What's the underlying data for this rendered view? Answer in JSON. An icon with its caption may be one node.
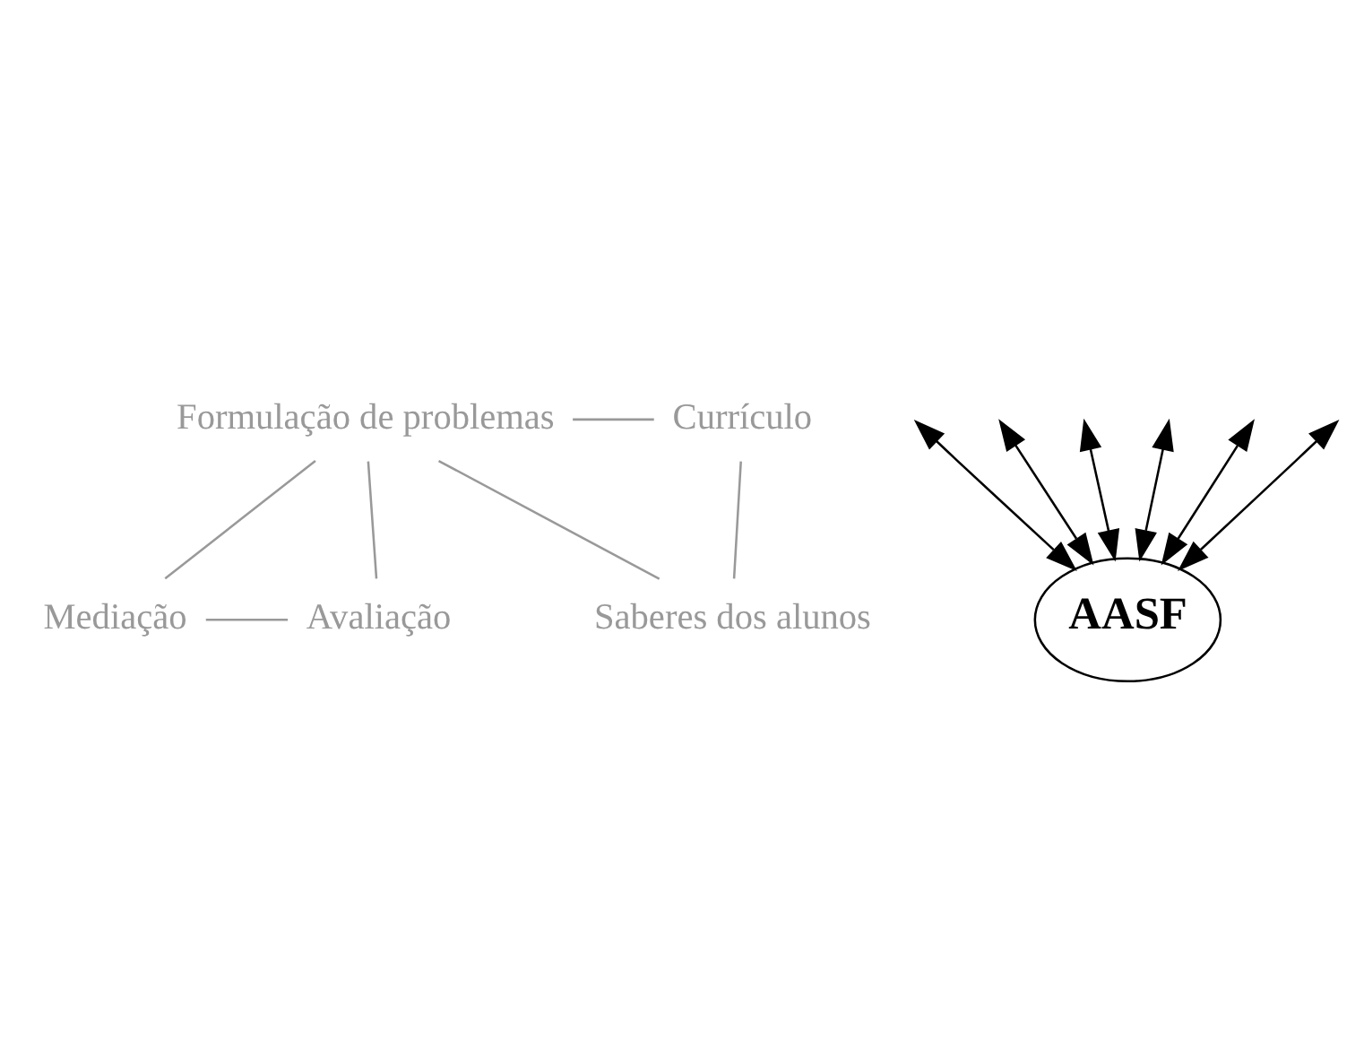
{
  "diagram": {
    "nodes": [
      {
        "text": [
          "Formulação de problemas"
        ]
      },
      {
        "text": [
          "Currículo"
        ]
      },
      {
        "text": [
          "Mediação"
        ]
      },
      {
        "text": [
          "Avaliação"
        ]
      },
      {
        "text": [
          "Saberes dos alunos"
        ]
      },
      {
        "text": [
          "AASF"
        ]
      }
    ],
    "edges": [
      {
        "from": 0,
        "to": 1,
        "arrow": "none",
        "color": "#999999"
      },
      {
        "from": 0,
        "to": 2,
        "arrow": "none",
        "color": "#999999"
      },
      {
        "from": 0,
        "to": 3,
        "arrow": "none",
        "color": "#999999"
      },
      {
        "from": 0,
        "to": 4,
        "arrow": "none",
        "color": "#999999"
      },
      {
        "from": 1,
        "to": 4,
        "arrow": "none",
        "color": "#999999"
      },
      {
        "from": 2,
        "to": 3,
        "arrow": "none",
        "color": "#999999"
      },
      {
        "from": null,
        "to": 5,
        "arrow": "both",
        "color": "#000000"
      },
      {
        "from": null,
        "to": 5,
        "arrow": "both",
        "color": "#000000"
      },
      {
        "from": null,
        "to": 5,
        "arrow": "both",
        "color": "#000000"
      },
      {
        "from": null,
        "to": 5,
        "arrow": "both",
        "color": "#000000"
      },
      {
        "from": null,
        "to": 5,
        "arrow": "both",
        "color": "#000000"
      },
      {
        "from": null,
        "to": 5,
        "arrow": "both",
        "color": "#000000"
      }
    ]
  }
}
